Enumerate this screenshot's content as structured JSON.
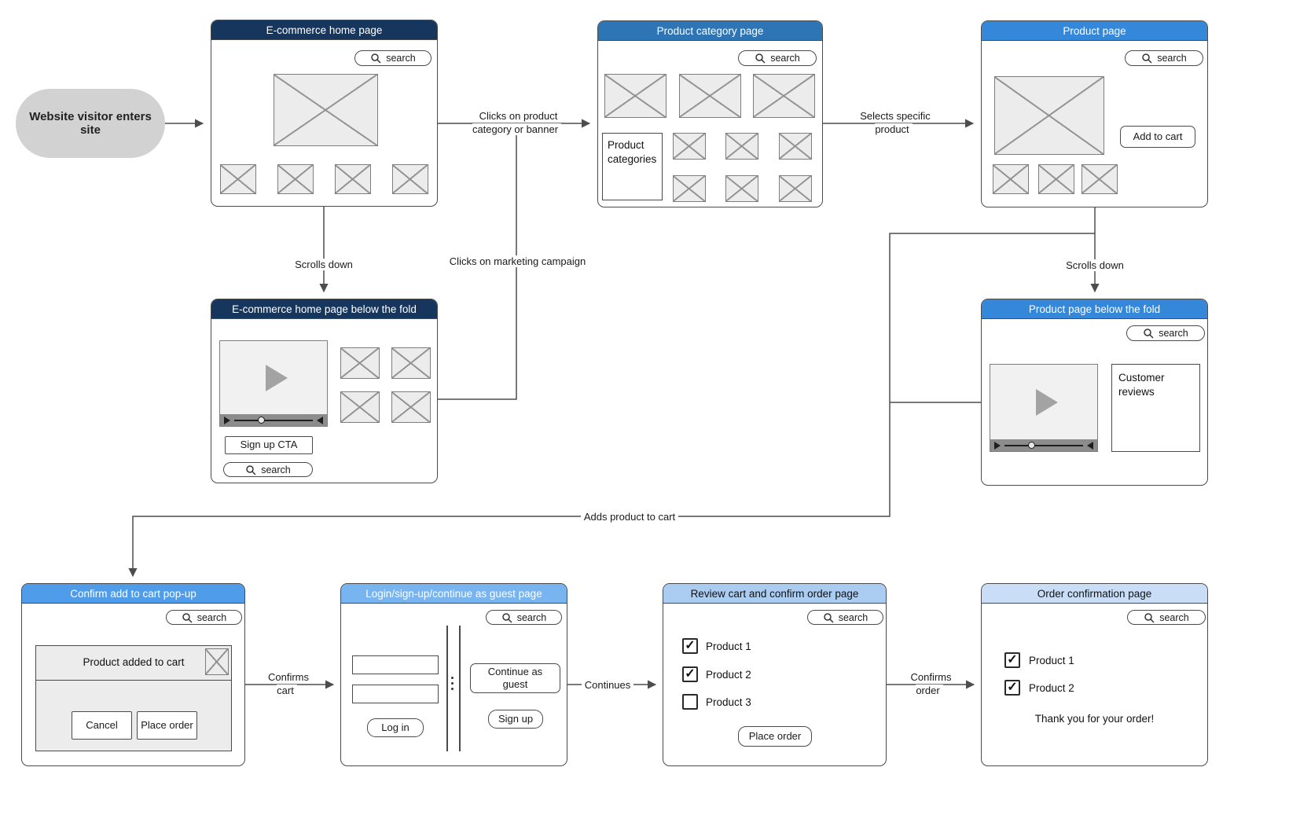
{
  "start": {
    "label": "Website visitor enters site"
  },
  "nodes": {
    "home": {
      "title": "E-commerce home page",
      "search_label": "search"
    },
    "category": {
      "title": "Product category page",
      "search_label": "search",
      "categories_label": "Product categories"
    },
    "product": {
      "title": "Product page",
      "search_label": "search",
      "add_to_cart_label": "Add to cart"
    },
    "home_below": {
      "title": "E-commerce home page below the fold",
      "signup_cta_label": "Sign up CTA",
      "search_label": "search"
    },
    "product_below": {
      "title": "Product page below the fold",
      "search_label": "search",
      "reviews_label": "Customer reviews"
    },
    "cart_popup": {
      "title": "Confirm add to cart pop-up",
      "search_label": "search",
      "message": "Product added to cart",
      "cancel_label": "Cancel",
      "place_order_label": "Place order"
    },
    "login": {
      "title": "Login/sign-up/continue as guest page",
      "search_label": "search",
      "log_in_label": "Log in",
      "continue_guest_label": "Continue as guest",
      "sign_up_label": "Sign up"
    },
    "review": {
      "title": "Review cart and confirm order page",
      "search_label": "search",
      "items": [
        {
          "label": "Product 1",
          "check": "✓"
        },
        {
          "label": "Product 2",
          "check": "✓"
        },
        {
          "label": "Product 3",
          "check": ""
        }
      ],
      "place_order_label": "Place order"
    },
    "confirmation": {
      "title": "Order confirmation page",
      "search_label": "search",
      "items": [
        {
          "label": "Product 1",
          "check": "✓"
        },
        {
          "label": "Product 2",
          "check": "✓"
        }
      ],
      "thanks_message": "Thank you for your order!"
    }
  },
  "edges": {
    "clicks_category": "Clicks on product\ncategory or banner",
    "selects_product": "Selects specific\nproduct",
    "scrolls_down_home": "Scrolls down",
    "clicks_marketing": "Clicks on marketing campaign",
    "scrolls_down_product": "Scrolls down",
    "adds_to_cart": "Adds product to cart",
    "confirms_cart": "Confirms\ncart",
    "continues": "Continues",
    "confirms_order": "Confirms\norder"
  },
  "colors": {
    "header_home": "#17365d",
    "header_category": "#2e75b6",
    "header_product": "#3587d9",
    "header_cart_popup": "#4f9ceb",
    "header_login": "#78b4f0",
    "header_review": "#aaccf1",
    "header_confirmation": "#c9def6",
    "start_fill": "#d2d2d2",
    "connector": "#4d4d4d"
  }
}
